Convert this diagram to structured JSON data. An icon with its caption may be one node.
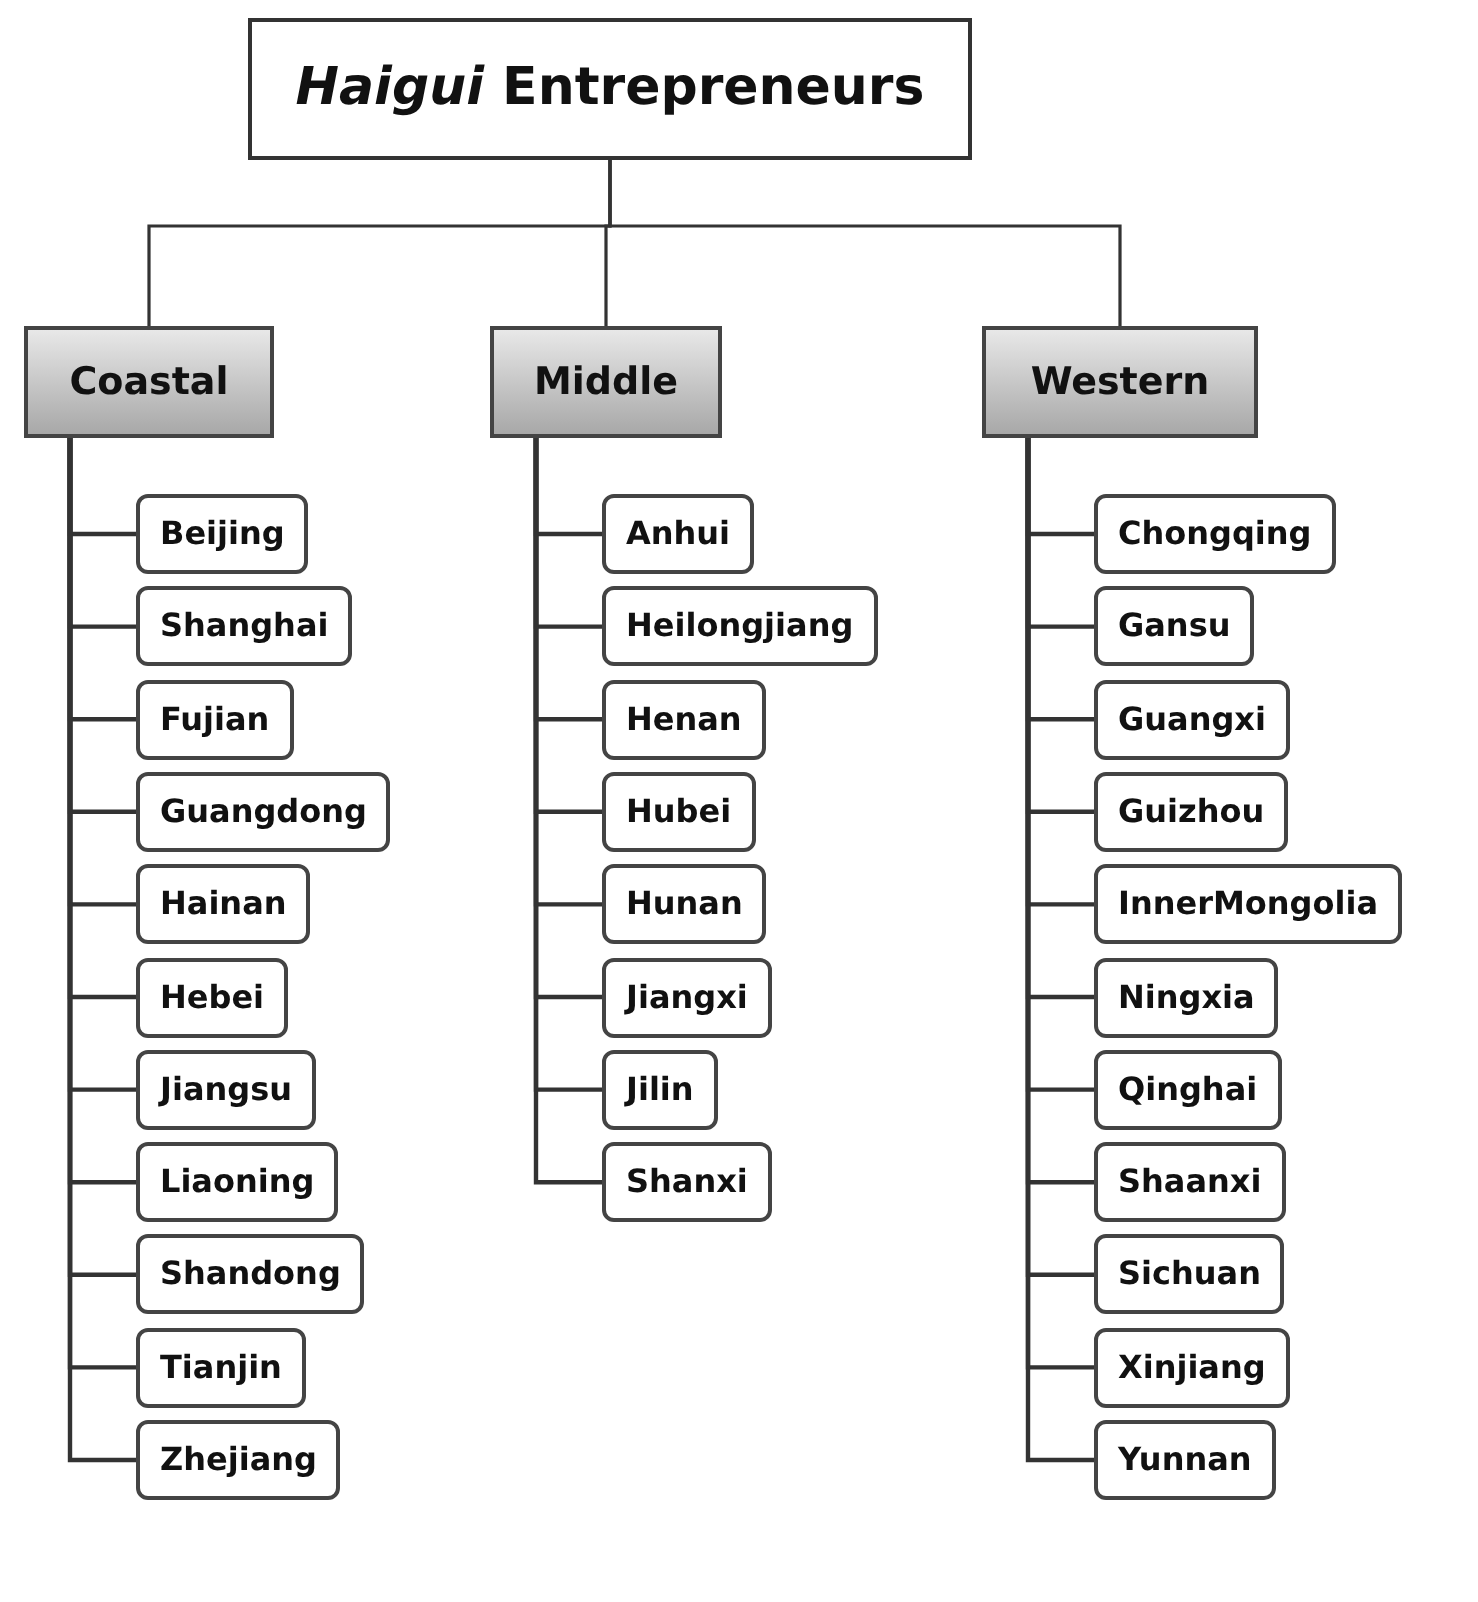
{
  "diagram": {
    "nodes": [
      {
        "text": [
          "*Haigui* Entrepreneurs"
        ]
      },
      {
        "text": [
          "Coastal"
        ]
      },
      {
        "text": [
          "Middle"
        ]
      },
      {
        "text": [
          "Western"
        ]
      },
      {
        "text": [
          "Beijing"
        ]
      },
      {
        "text": [
          "Shanghai"
        ]
      },
      {
        "text": [
          "Fujian"
        ]
      },
      {
        "text": [
          "Guangdong"
        ]
      },
      {
        "text": [
          "Hainan"
        ]
      },
      {
        "text": [
          "Hebei"
        ]
      },
      {
        "text": [
          "Jiangsu"
        ]
      },
      {
        "text": [
          "Liaoning"
        ]
      },
      {
        "text": [
          "Shandong"
        ]
      },
      {
        "text": [
          "Tianjin"
        ]
      },
      {
        "text": [
          "Zhejiang"
        ]
      },
      {
        "text": [
          "Anhui"
        ]
      },
      {
        "text": [
          "Heilongjiang"
        ]
      },
      {
        "text": [
          "Henan"
        ]
      },
      {
        "text": [
          "Hubei"
        ]
      },
      {
        "text": [
          "Hunan"
        ]
      },
      {
        "text": [
          "Jiangxi"
        ]
      },
      {
        "text": [
          "Jilin"
        ]
      },
      {
        "text": [
          "Shanxi"
        ]
      },
      {
        "text": [
          "Chongqing"
        ]
      },
      {
        "text": [
          "Gansu"
        ]
      },
      {
        "text": [
          "Guangxi"
        ]
      },
      {
        "text": [
          "Guizhou"
        ]
      },
      {
        "text": [
          "InnerMongolia"
        ]
      },
      {
        "text": [
          "Ningxia"
        ]
      },
      {
        "text": [
          "Qinghai"
        ]
      },
      {
        "text": [
          "Shaanxi"
        ]
      },
      {
        "text": [
          "Sichuan"
        ]
      },
      {
        "text": [
          "Xinjiang"
        ]
      },
      {
        "text": [
          "Yunnan"
        ]
      }
    ],
    "edges": [
      {
        "from": 0,
        "to": 1,
        "arrow": "none"
      },
      {
        "from": 0,
        "to": 2,
        "arrow": "none"
      },
      {
        "from": 0,
        "to": 3,
        "arrow": "none"
      },
      {
        "from": 1,
        "to": 4,
        "arrow": "none"
      },
      {
        "from": 1,
        "to": 5,
        "arrow": "none"
      },
      {
        "from": 1,
        "to": 6,
        "arrow": "none"
      },
      {
        "from": 1,
        "to": 7,
        "arrow": "none"
      },
      {
        "from": 1,
        "to": 8,
        "arrow": "none"
      },
      {
        "from": 1,
        "to": 9,
        "arrow": "none"
      },
      {
        "from": 1,
        "to": 10,
        "arrow": "none"
      },
      {
        "from": 1,
        "to": 11,
        "arrow": "none"
      },
      {
        "from": 1,
        "to": 12,
        "arrow": "none"
      },
      {
        "from": 1,
        "to": 13,
        "arrow": "none"
      },
      {
        "from": 1,
        "to": 14,
        "arrow": "none"
      },
      {
        "from": 2,
        "to": 15,
        "arrow": "none"
      },
      {
        "from": 2,
        "to": 16,
        "arrow": "none"
      },
      {
        "from": 2,
        "to": 17,
        "arrow": "none"
      },
      {
        "from": 2,
        "to": 18,
        "arrow": "none"
      },
      {
        "from": 2,
        "to": 19,
        "arrow": "none"
      },
      {
        "from": 2,
        "to": 20,
        "arrow": "none"
      },
      {
        "from": 2,
        "to": 21,
        "arrow": "none"
      },
      {
        "from": 2,
        "to": 22,
        "arrow": "none"
      },
      {
        "from": 3,
        "to": 23,
        "arrow": "none"
      },
      {
        "from": 3,
        "to": 24,
        "arrow": "none"
      },
      {
        "from": 3,
        "to": 25,
        "arrow": "none"
      },
      {
        "from": 3,
        "to": 26,
        "arrow": "none"
      },
      {
        "from": 3,
        "to": 27,
        "arrow": "none"
      },
      {
        "from": 3,
        "to": 28,
        "arrow": "none"
      },
      {
        "from": 3,
        "to": 29,
        "arrow": "none"
      },
      {
        "from": 3,
        "to": 30,
        "arrow": "none"
      },
      {
        "from": 3,
        "to": 31,
        "arrow": "none"
      },
      {
        "from": 3,
        "to": 32,
        "arrow": "none"
      },
      {
        "from": 3,
        "to": 33,
        "arrow": "none"
      }
    ]
  }
}
